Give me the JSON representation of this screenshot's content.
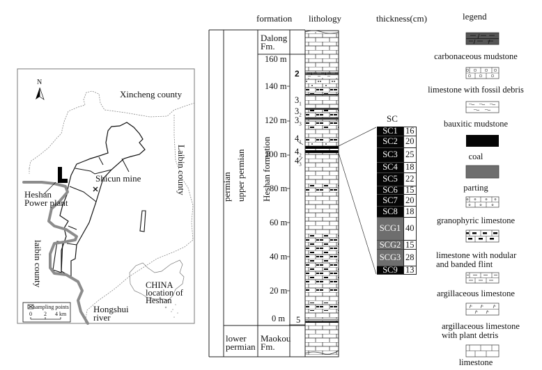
{
  "map": {
    "north_label": "N",
    "labels": {
      "xincheng": "Xincheng county",
      "laibin_east": "Laibin county",
      "laibin_west": "laibin county",
      "shicun": "Shicun mine",
      "power_plant_1": "Heshan",
      "power_plant_2": "Power plant",
      "hongshui_1": "Hongshui",
      "hongshui_2": "river",
      "china": "CHINA",
      "location_1": "location of",
      "location_2": "Heshan"
    },
    "scale": {
      "sampling_label": "sampling points",
      "ticks": [
        "0",
        "2",
        "4 km"
      ]
    },
    "colors": {
      "river": "#8c8c8c",
      "boundary": "#111111",
      "county": "#777777"
    }
  },
  "column": {
    "headers": {
      "formation": "formation",
      "lithology": "lithology",
      "thickness": "thickness(cm)",
      "legend": "legend"
    },
    "system_label": "permian",
    "series_upper": "upper permian",
    "series_lower_1": "lower",
    "series_lower_2": "permian",
    "formation_top_1": "Dalong",
    "formation_top_2": "Fm.",
    "formation_main": "Heshan formation",
    "formation_bottom_1": "Maokou",
    "formation_bottom_2": "Fm.",
    "depth_ticks": [
      "160 m",
      "140 m",
      "120 m",
      "100 m",
      "80 m",
      "60 m",
      "40 m",
      "20 m",
      "0 m"
    ],
    "seam_labels": {
      "s2": "2",
      "s31": "3",
      "s31_sub": "1",
      "s32": "3",
      "s32_sub": "2",
      "s33": "3",
      "s33_sub": "3",
      "s41": "4",
      "s41_sub": "1",
      "s42": "4",
      "s42_sub": "2",
      "s43": "4",
      "s43_sub": "3",
      "s5": "5"
    }
  },
  "sc_section": {
    "title": "SC",
    "rows": [
      {
        "name": "SC1",
        "thickness": "16",
        "type": "coal"
      },
      {
        "name": "SC2",
        "thickness": "20",
        "type": "coal"
      },
      {
        "name": "SC3",
        "thickness": "25",
        "type": "coal"
      },
      {
        "name": "SC4",
        "thickness": "18",
        "type": "coal"
      },
      {
        "name": "SC5",
        "thickness": "22",
        "type": "coal"
      },
      {
        "name": "SC6",
        "thickness": "15",
        "type": "coal"
      },
      {
        "name": "SC7",
        "thickness": "20",
        "type": "coal"
      },
      {
        "name": "SC8",
        "thickness": "18",
        "type": "coal"
      },
      {
        "name": "SCG1",
        "thickness": "40",
        "type": "parting"
      },
      {
        "name": "SCG2",
        "thickness": "15",
        "type": "parting"
      },
      {
        "name": "SCG3",
        "thickness": "28",
        "type": "parting"
      },
      {
        "name": "SC9",
        "thickness": "13",
        "type": "coal"
      }
    ],
    "colors": {
      "coal": "#050505",
      "parting": "#6e6e6e"
    }
  },
  "legend": {
    "items": [
      {
        "key": "carbonaceous",
        "label": "carbonaceous mudstone"
      },
      {
        "key": "fossil",
        "label": "limestone with fossil debris"
      },
      {
        "key": "bauxitic",
        "label": "bauxitic mudstone"
      },
      {
        "key": "coal",
        "label": "coal"
      },
      {
        "key": "parting",
        "label": "parting"
      },
      {
        "key": "granophyric",
        "label": "granophyric limestone"
      },
      {
        "key": "flint",
        "label": "limestone with nodular",
        "label2": "and banded flint"
      },
      {
        "key": "argillaceous",
        "label": "argillaceous limestone"
      },
      {
        "key": "plant",
        "label": "argillaceous limestone",
        "label2": "with plant detris"
      },
      {
        "key": "limestone",
        "label": "limestone"
      }
    ]
  }
}
